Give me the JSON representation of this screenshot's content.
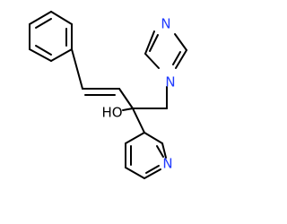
{
  "molecule": {
    "atoms": {
      "imidazole_n1": "N",
      "imidazole_n3": "N",
      "hydroxyl_o": "HO",
      "pyridine_n": "N"
    },
    "colors": {
      "nitrogen": "#1f3aff",
      "oxygen": "#000000",
      "bond": "#000000",
      "background": "#ffffff"
    }
  }
}
